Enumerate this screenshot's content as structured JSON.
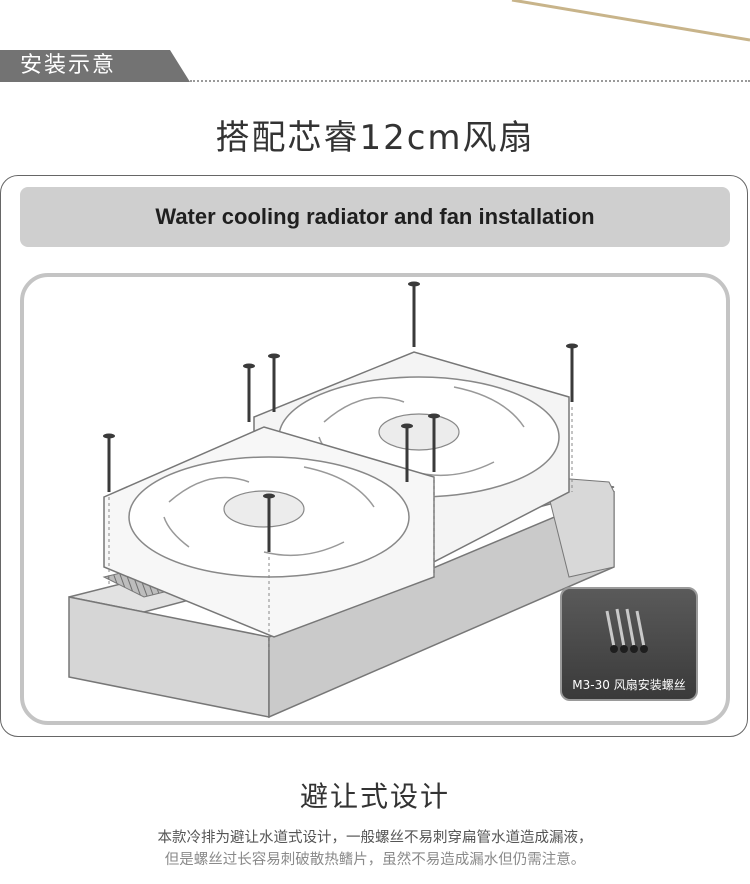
{
  "section_tab": {
    "label": "安装示意"
  },
  "main_title": "搭配芯睿12cm风扇",
  "banner": {
    "text": "Water cooling radiator and fan installation"
  },
  "inset": {
    "caption": "M3-30 风扇安装螺丝"
  },
  "design": {
    "title": "避让式设计",
    "line1": "本款冷排为避让水道式设计，一般螺丝不易刺穿扁管水道造成漏液，",
    "line2": "但是螺丝过长容易刺破散热鳍片，虽然不易造成漏水但仍需注意。"
  },
  "colors": {
    "accent_line": "#c8b48a",
    "tab_bg": "#737373",
    "banner_bg": "#cfcfcf"
  }
}
